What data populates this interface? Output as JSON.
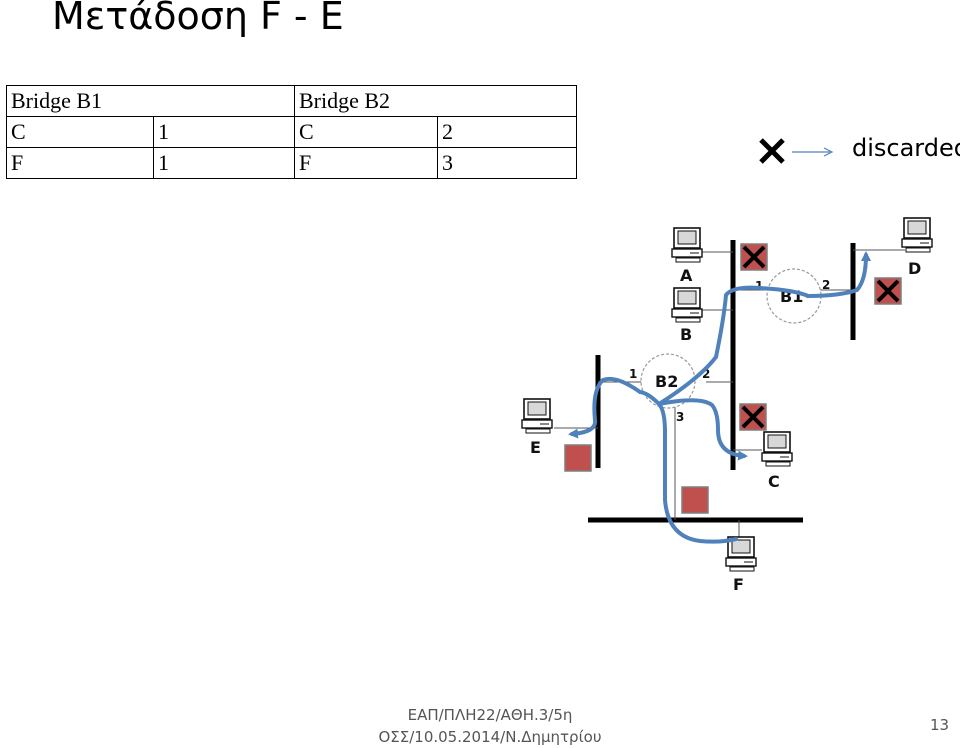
{
  "title": "Μετάδοση F - E",
  "table": {
    "headers": [
      "Bridge B1",
      "Bridge B2"
    ],
    "rows": [
      {
        "b1_host": "C",
        "b1_port": "1",
        "b2_host": "C",
        "b2_port": "2"
      },
      {
        "b1_host": "F",
        "b1_port": "1",
        "b2_host": "F",
        "b2_port": "3"
      }
    ]
  },
  "legend": {
    "label": "discarded",
    "icon": "x-mark-icon"
  },
  "diagram": {
    "hosts": [
      "A",
      "B",
      "C",
      "D",
      "E",
      "F"
    ],
    "bridges": [
      {
        "name": "B1",
        "ports": [
          "1",
          "2"
        ]
      },
      {
        "name": "B2",
        "ports": [
          "1",
          "2",
          "3"
        ]
      }
    ],
    "colors": {
      "path": "#4f81bd",
      "blocked_box": "#c0504d",
      "discard_mark": "#000000"
    }
  },
  "footer": {
    "line1": "ΕΑΠ/ΠΛΗ22/ΑΘΗ.3/5η",
    "line2": "ΟΣΣ/10.05.2014/Ν.Δημητρίου"
  },
  "page_number": "13"
}
